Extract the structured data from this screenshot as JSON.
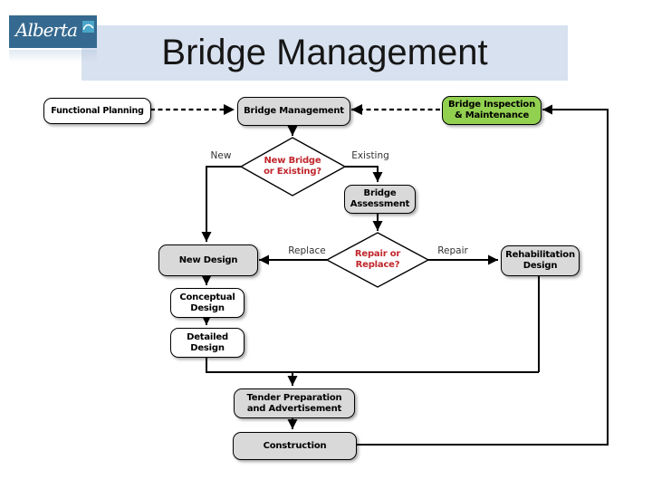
{
  "slide": {
    "title": "Bridge Management",
    "logo": {
      "text": "Alberta"
    }
  },
  "colors": {
    "title_band": "#d8e1ef",
    "logo_blue": "#35698f",
    "logo_swoosh": "#4aa6c9",
    "node_gray": "#d9d9d9",
    "node_green": "#92d050",
    "node_white": "#ffffff",
    "decision_text_red": "#c0262c",
    "connector_black": "#000000"
  },
  "flowchart": {
    "nodes": {
      "functional_planning": "Functional Planning",
      "bridge_management": "Bridge Management",
      "bridge_inspection": "Bridge Inspection\n& Maintenance",
      "decision_new_existing": "New Bridge\nor Existing?",
      "bridge_assessment": "Bridge\nAssessment",
      "new_design": "New Design",
      "decision_repair_replace": "Repair or\nReplace?",
      "rehabilitation_design": "Rehabilitation\nDesign",
      "conceptual_design": "Conceptual\nDesign",
      "detailed_design": "Detailed\nDesign",
      "tender": "Tender Preparation\nand Advertisement",
      "construction": "Construction"
    },
    "edge_labels": {
      "new": "New",
      "existing": "Existing",
      "replace": "Replace",
      "repair": "Repair"
    }
  }
}
